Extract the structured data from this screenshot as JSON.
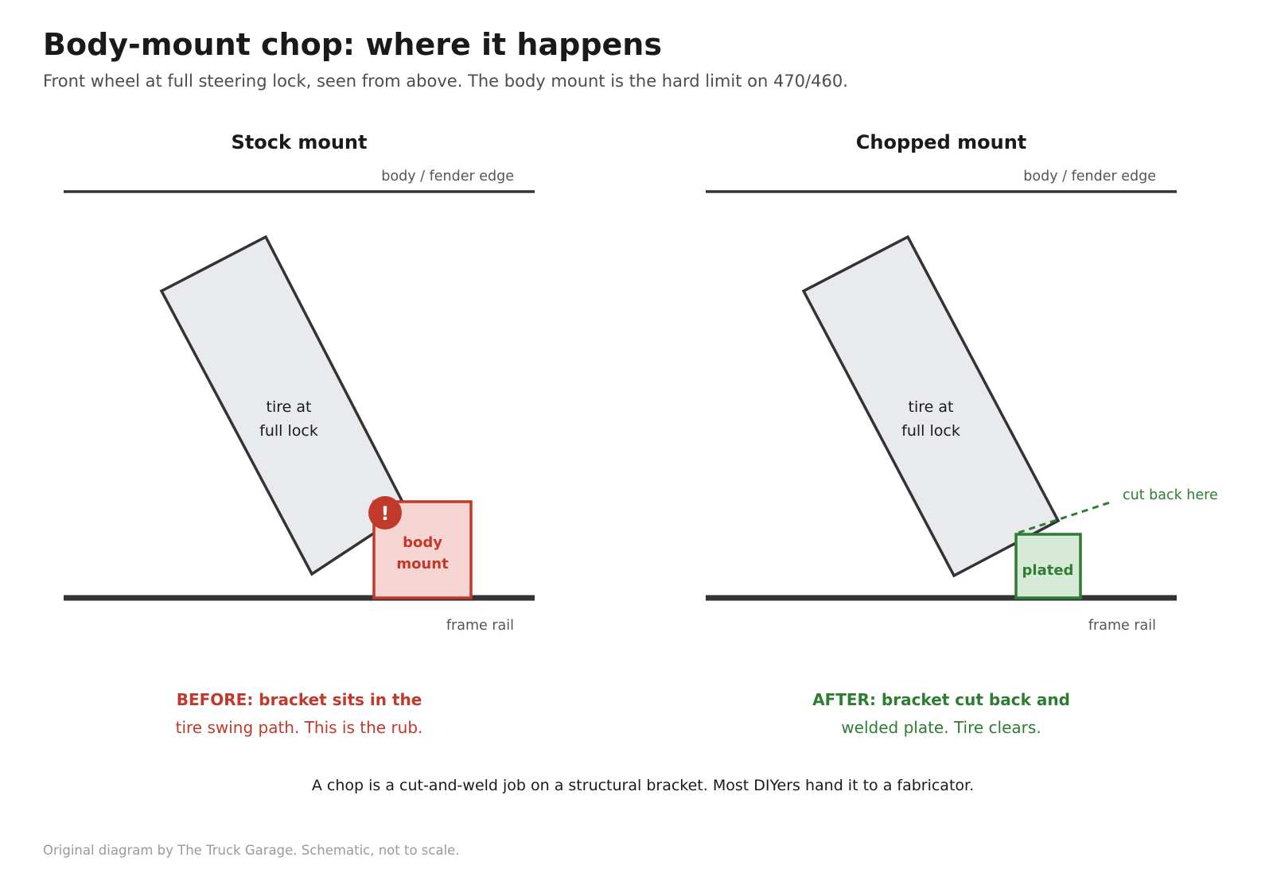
{
  "header": {
    "title": "Body-mount chop: where it happens",
    "subtitle": "Front wheel at full steering lock, seen from above. The body mount is the hard limit on 470/460."
  },
  "colors": {
    "problem": "#c0392b",
    "problem_fill": "#f5d5d2",
    "fix": "#2e7d32",
    "fix_fill": "#d6ead7",
    "tire_fill": "#e8eaee",
    "line": "#333333"
  },
  "panels": {
    "stock": {
      "title": "Stock mount",
      "fender_label": "body / fender edge",
      "frame_label": "frame rail",
      "tire_label_line1": "tire at",
      "tire_label_line2": "full lock",
      "mount_label_line1": "body",
      "mount_label_line2": "mount",
      "warning_icon": "!",
      "caption_line1": "BEFORE: bracket sits in the",
      "caption_line2": "tire swing path. This is the rub."
    },
    "chopped": {
      "title": "Chopped mount",
      "fender_label": "body / fender edge",
      "frame_label": "frame rail",
      "tire_label_line1": "tire at",
      "tire_label_line2": "full lock",
      "mount_label": "plated",
      "cut_label": "cut back here",
      "caption_line1": "AFTER: bracket cut back and",
      "caption_line2": "welded plate. Tire clears."
    }
  },
  "note": "A chop is a cut-and-weld job on a structural bracket. Most DIYers hand it to a fabricator.",
  "footer": "Original diagram by The Truck Garage. Schematic, not to scale."
}
